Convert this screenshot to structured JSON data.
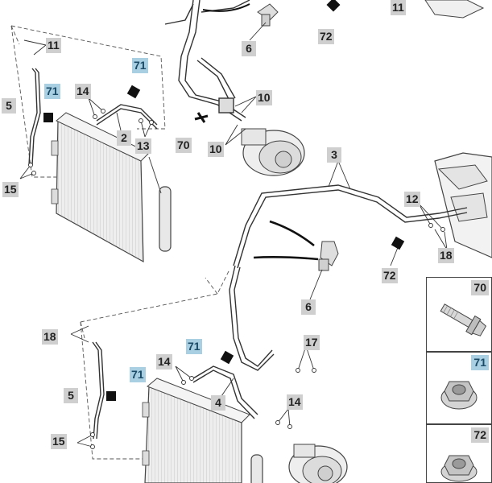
{
  "diagram": {
    "callouts": [
      {
        "id": "c-11-a",
        "label": "11",
        "style": "grey"
      },
      {
        "id": "c-72-a",
        "label": "72",
        "style": "grey"
      },
      {
        "id": "c-11-b",
        "label": "11",
        "style": "grey"
      },
      {
        "id": "c-6-a",
        "label": "6",
        "style": "grey"
      },
      {
        "id": "c-71-a",
        "label": "71",
        "style": "blue"
      },
      {
        "id": "c-5-a",
        "label": "5",
        "style": "grey"
      },
      {
        "id": "c-71-b",
        "label": "71",
        "style": "blue"
      },
      {
        "id": "c-14-a",
        "label": "14",
        "style": "grey"
      },
      {
        "id": "c-10-a",
        "label": "10",
        "style": "grey"
      },
      {
        "id": "c-2",
        "label": "2",
        "style": "grey"
      },
      {
        "id": "c-13",
        "label": "13",
        "style": "grey"
      },
      {
        "id": "c-70",
        "label": "70",
        "style": "grey"
      },
      {
        "id": "c-10-b",
        "label": "10",
        "style": "grey"
      },
      {
        "id": "c-15-a",
        "label": "15",
        "style": "grey"
      },
      {
        "id": "c-3",
        "label": "3",
        "style": "grey"
      },
      {
        "id": "c-12",
        "label": "12",
        "style": "grey"
      },
      {
        "id": "c-18-a",
        "label": "18",
        "style": "grey"
      },
      {
        "id": "c-72-b",
        "label": "72",
        "style": "grey"
      },
      {
        "id": "c-6-b",
        "label": "6",
        "style": "grey"
      },
      {
        "id": "c-18-b",
        "label": "18",
        "style": "grey"
      },
      {
        "id": "c-17",
        "label": "17",
        "style": "grey"
      },
      {
        "id": "c-71-c",
        "label": "71",
        "style": "blue"
      },
      {
        "id": "c-14-b",
        "label": "14",
        "style": "grey"
      },
      {
        "id": "c-71-d",
        "label": "71",
        "style": "blue"
      },
      {
        "id": "c-5-b",
        "label": "5",
        "style": "grey"
      },
      {
        "id": "c-4",
        "label": "4",
        "style": "grey"
      },
      {
        "id": "c-14-c",
        "label": "14",
        "style": "grey"
      },
      {
        "id": "c-15-b",
        "label": "15",
        "style": "grey"
      }
    ],
    "legend": [
      {
        "label": "70",
        "style": "grey",
        "part": "bolt"
      },
      {
        "label": "71",
        "style": "blue",
        "part": "flange-nut"
      },
      {
        "label": "72",
        "style": "grey",
        "part": "flange-nut"
      }
    ],
    "colors": {
      "callout_grey": "#cfcfcf",
      "callout_blue": "#a9cfe3",
      "line": "#333333",
      "part_fill": "#e9e9e9"
    }
  }
}
